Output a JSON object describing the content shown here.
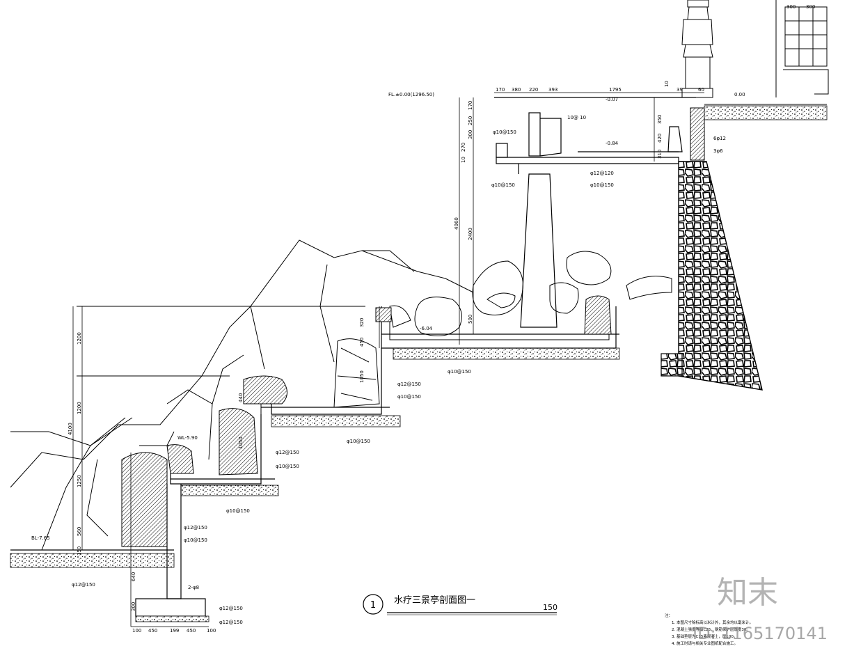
{
  "title": {
    "number": "1",
    "text": "水疗三景亭剖面图一",
    "scale": "150"
  },
  "levels": {
    "fl_top": "FL.±0.00(1296.50)",
    "top_right": "0.00",
    "deck": "-0.07",
    "pool_top": "-0.84",
    "pond_upper": "-6.04",
    "wl": "WL-5.90",
    "bl": "BL-7.65"
  },
  "top_dims": [
    "170",
    "380",
    "220",
    "393",
    "1795",
    "39",
    "60"
  ],
  "left_dims_upper": [
    "170",
    "250",
    "300",
    "270",
    "10",
    "4060",
    "2400",
    "500"
  ],
  "left_dims_lower": [
    "1200",
    "1200",
    "4100",
    "1250",
    "560",
    "150",
    "640",
    "300"
  ],
  "mid_dims": [
    "320",
    "450",
    "1050",
    "440",
    "1050"
  ],
  "bottom_dims": [
    "100",
    "450",
    "199",
    "450",
    "100"
  ],
  "right_dims": [
    "350",
    "420",
    "310",
    "10"
  ],
  "top_right_dims": [
    "300",
    "300"
  ],
  "rebar_labels": [
    "10@ 10",
    "φ10@150",
    "φ12@120",
    "φ10@150",
    "φ10@150",
    "φ12@150",
    "φ10@150",
    "φ10@150",
    "φ12@150",
    "φ10@150",
    "φ10@150",
    "φ12@150",
    "φ10@150",
    "φ10@150",
    "φ12@150",
    "φ12@150",
    "2-φ8",
    "6φ12",
    "3φ6",
    "φ12@150"
  ],
  "notes": [
    "注：",
    "1. 本图尺寸除标高以米计外，其余均以毫米计。",
    "2. 混凝土强度等级C25，钢筋保护层厚度30。",
    "3. 基础垫层为C15素混凝土，厚100。",
    "4. 施工时请与相关专业图纸配合施工。"
  ],
  "watermark": {
    "brand": "知末",
    "id": "ID: 1165170141"
  }
}
